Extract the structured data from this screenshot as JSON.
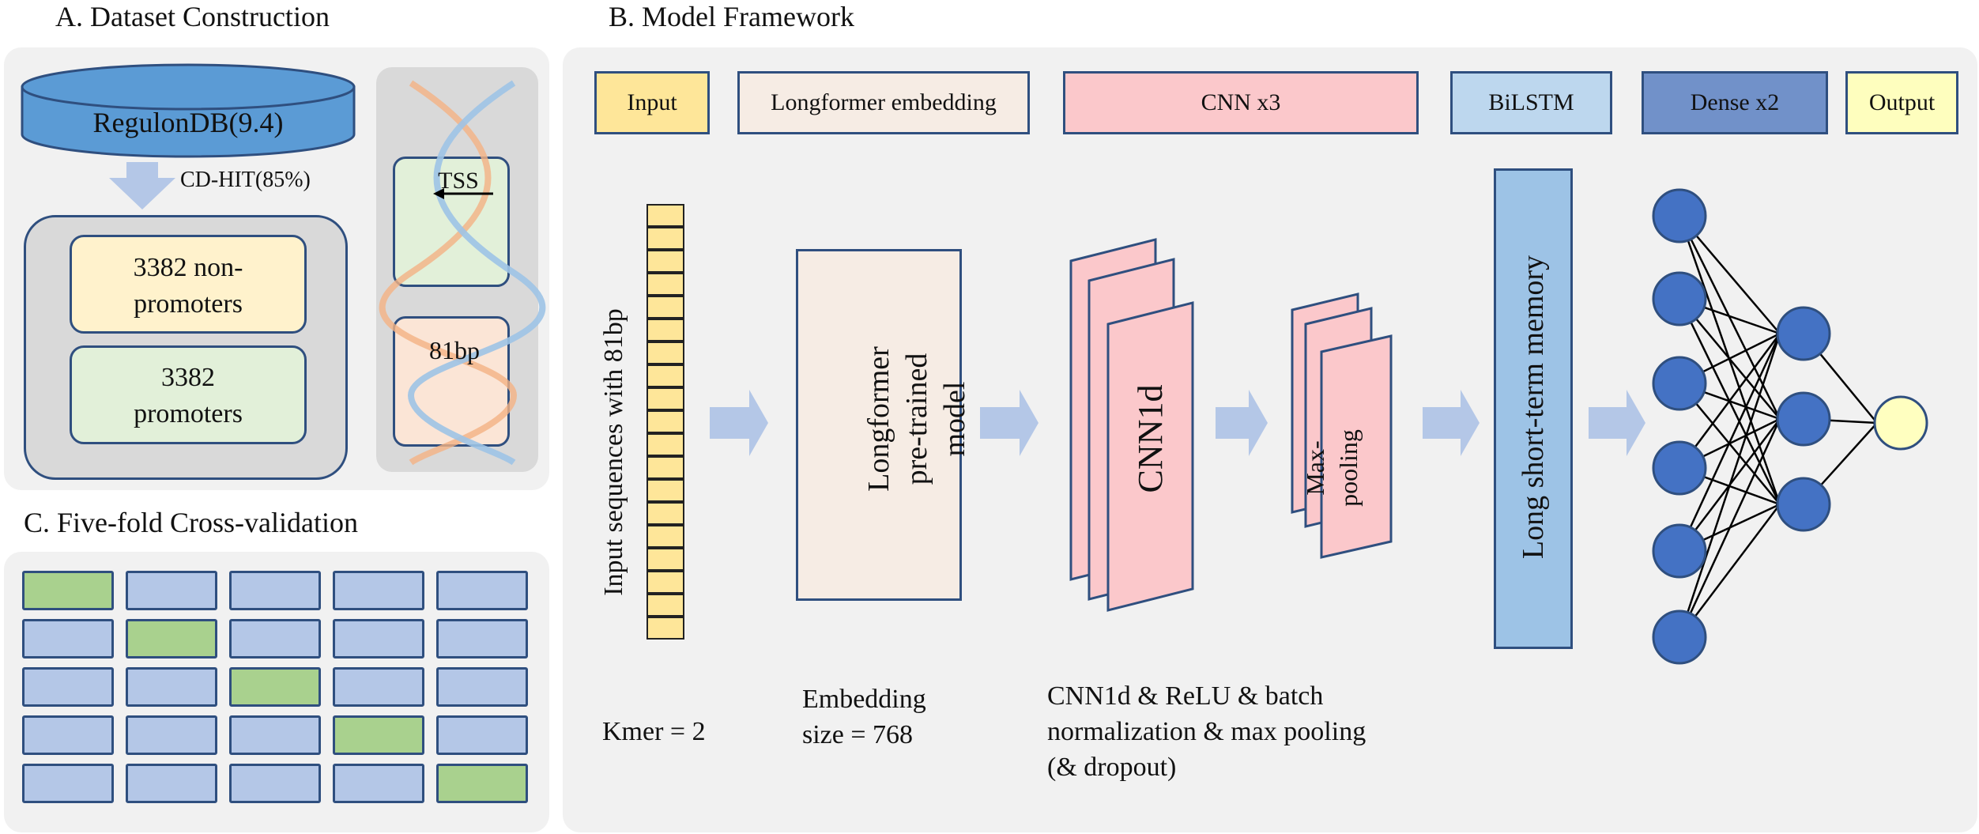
{
  "titles": {
    "a": "A. Dataset Construction",
    "b": "B. Model Framework",
    "c": "C. Five-fold Cross-validation"
  },
  "dataset": {
    "db_label": "RegulonDB(9.4)",
    "cdhit_label": "CD-HIT(85%)",
    "nonpromoters_line1": "3382 non-",
    "nonpromoters_line2": "promoters",
    "promoters_line1": "3382",
    "promoters_line2": "promoters",
    "tss_label": "TSS",
    "bp_label": "81bp"
  },
  "legend": [
    {
      "label": "Input",
      "color": "#fee699"
    },
    {
      "label": "Longformer embedding",
      "color": "#f6ece4"
    },
    {
      "label": "CNN x3",
      "color": "#fbc8cb"
    },
    {
      "label": "BiLSTM",
      "color": "#bdd7ee"
    },
    {
      "label": "Dense x2",
      "color": "#7191c9"
    },
    {
      "label": "Output",
      "color": "#fefebe"
    }
  ],
  "framework": {
    "input_vertical": "Input sequences with 81bp",
    "longformer_line1": "Longformer",
    "longformer_line2": "pre-trained",
    "longformer_line3": "model",
    "cnn_label": "CNN1d",
    "maxpool_line1": "Max-",
    "maxpool_line2": "pooling",
    "lstm_label": "Long short-term memory",
    "kmer_note": "Kmer = 2",
    "embed_note_line1": "Embedding",
    "embed_note_line2": "size = 768",
    "cnn_note_line1": "CNN1d & ReLU & batch",
    "cnn_note_line2": "normalization & max pooling",
    "cnn_note_line3": "(& dropout)"
  },
  "crossval": {
    "rows": 5,
    "cols": 5,
    "test_color": "#a9d18e",
    "train_color": "#b4c7e7"
  },
  "colors": {
    "arrow": "#b4c7e7",
    "node_blue": "#4472c4",
    "node_output": "#ffffc0",
    "border": "#2f4f7f"
  }
}
